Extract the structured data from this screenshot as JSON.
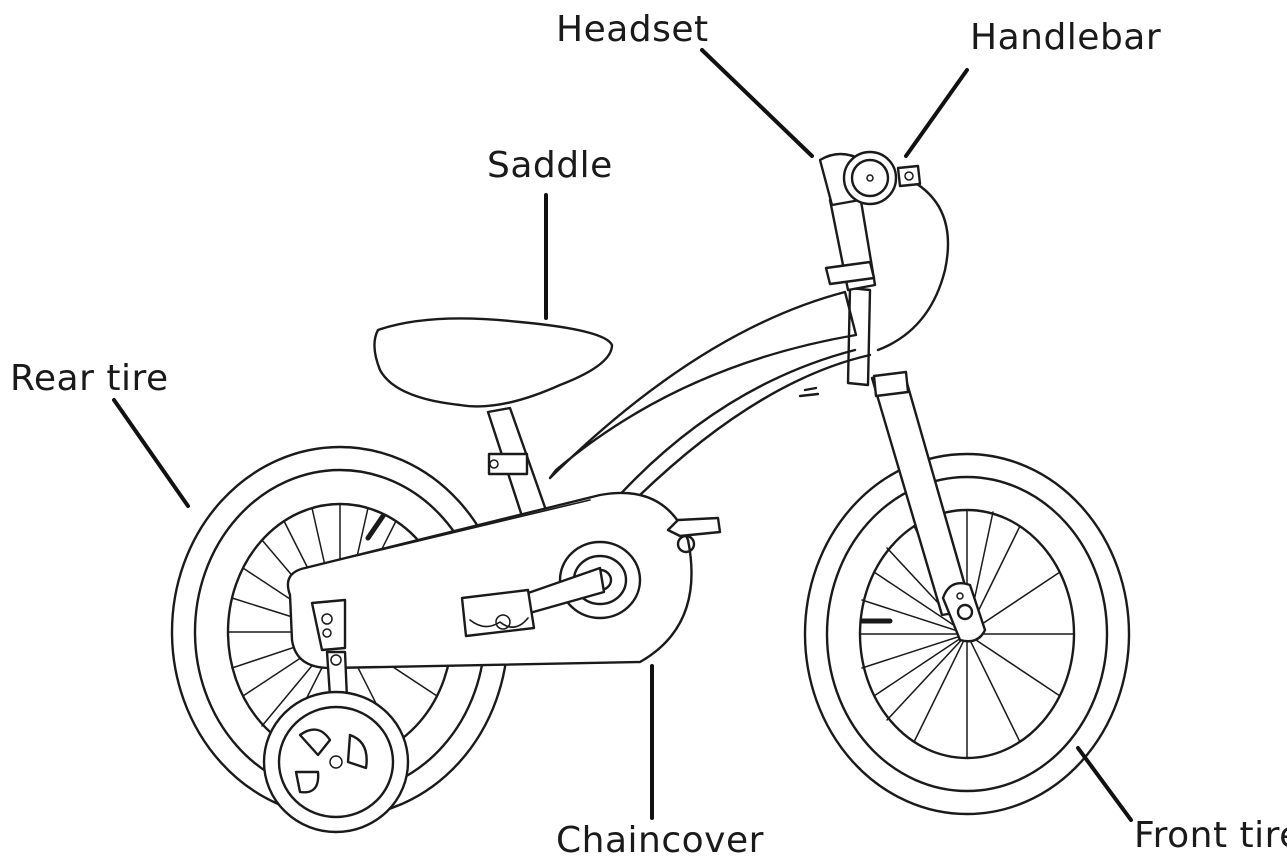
{
  "diagram": {
    "labels": {
      "headset": "Headset",
      "handlebar": "Handlebar",
      "saddle": "Saddle",
      "rear_tire": "Rear tire",
      "chaincover": "Chaincover",
      "front_tire": "Front tire"
    },
    "colors": {
      "line": "#1a1a1a",
      "background": "#ffffff"
    }
  }
}
